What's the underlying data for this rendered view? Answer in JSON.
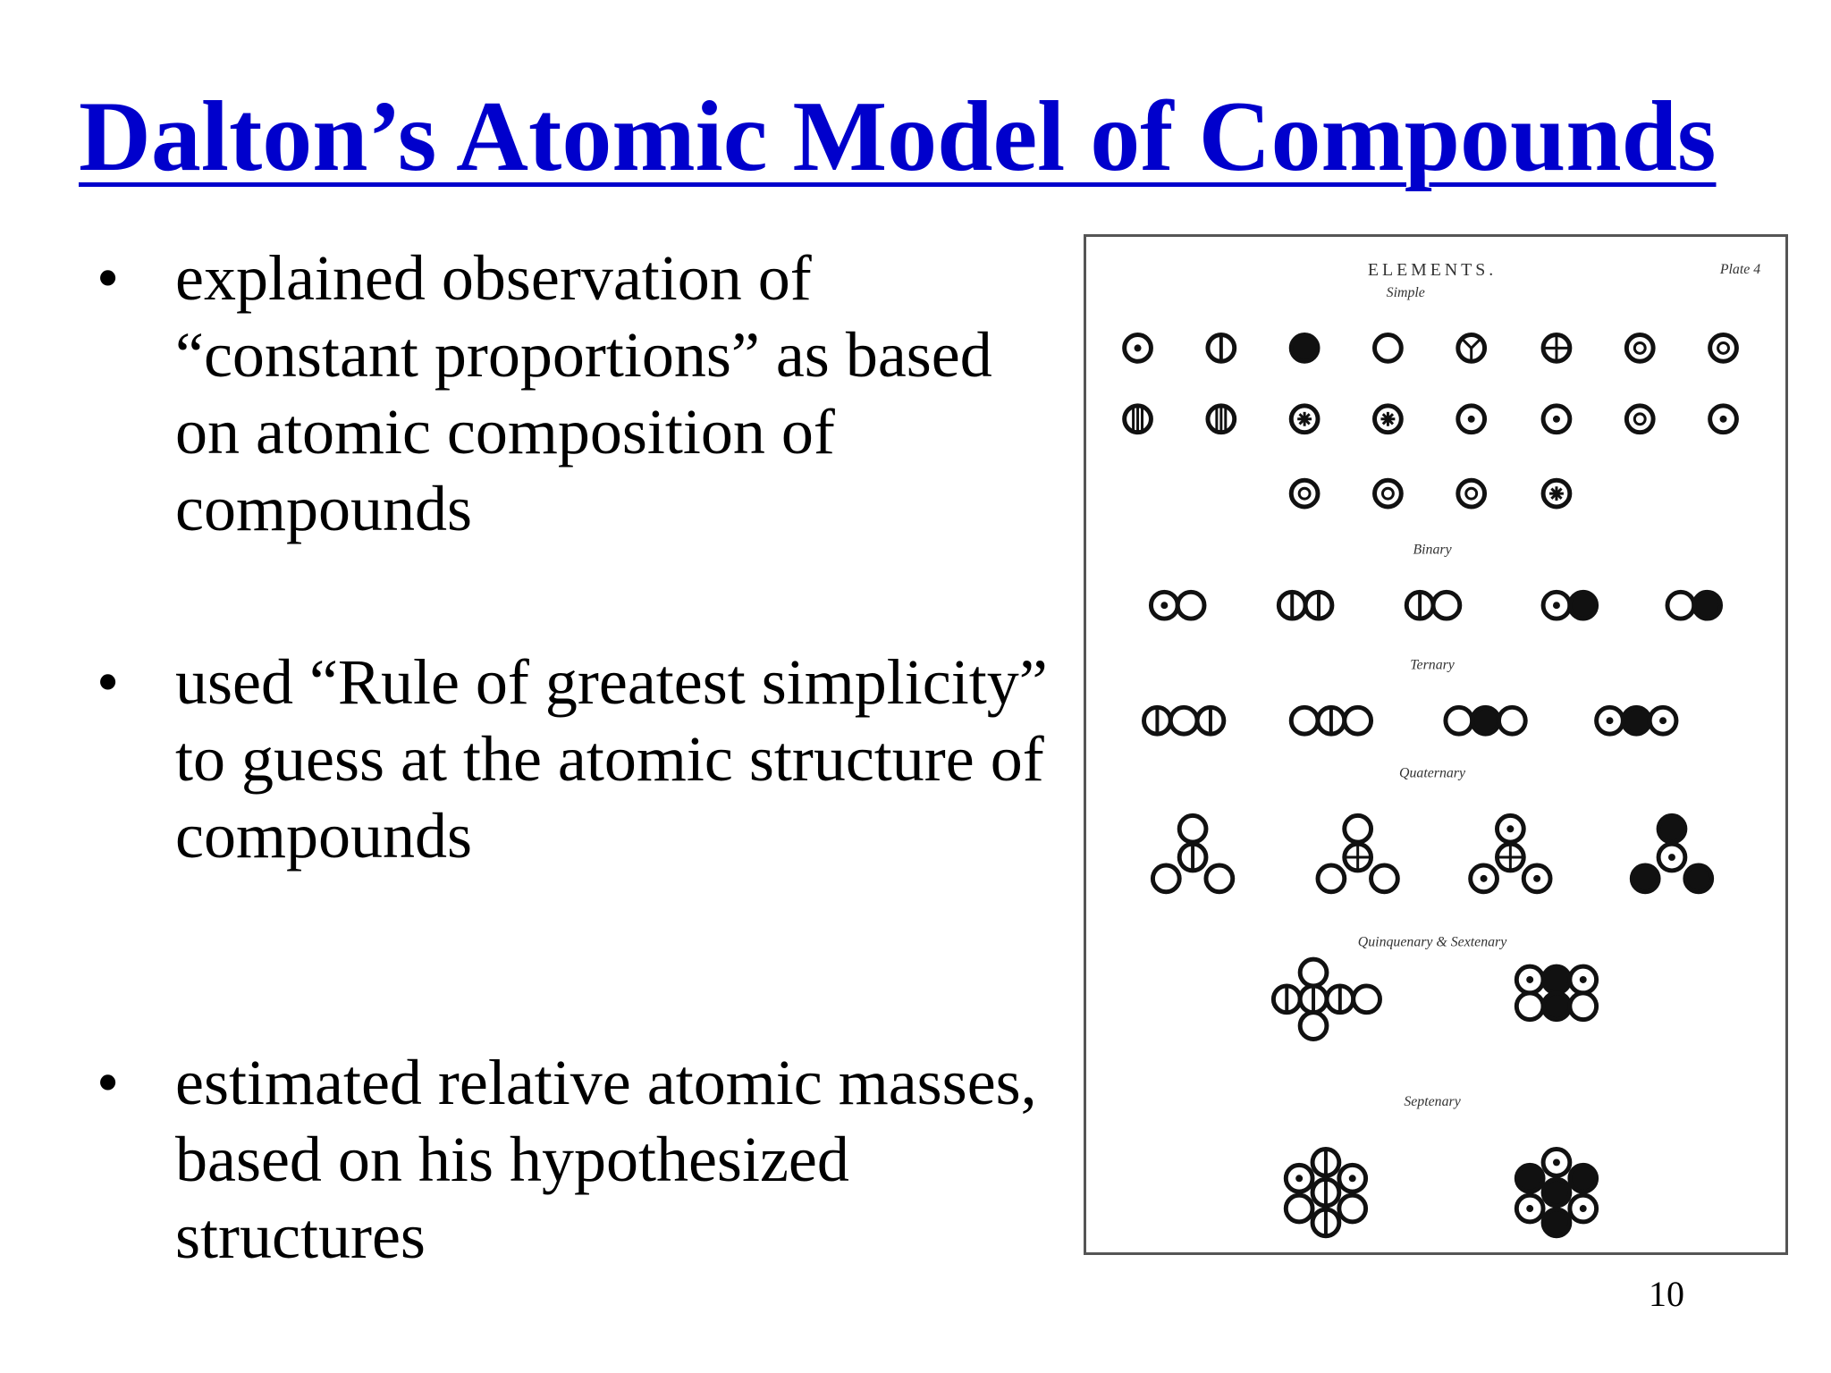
{
  "slide": {
    "title": "Dalton’s Atomic Model of Compounds",
    "page_number": "10"
  },
  "bullets": [
    {
      "text": "explained observation of “constant proportions” as based on atomic composition of compounds"
    },
    {
      "text": "used “Rule of greatest simplicity” to guess at the atomic structure of compounds"
    },
    {
      "text": "estimated relative atomic masses, based on his hypothesized structures"
    }
  ],
  "plate": {
    "heading": "ELEMENTS.",
    "plate_label": "Plate 4",
    "sections": {
      "simple": "Simple",
      "binary": "Binary",
      "ternary": "Ternary",
      "quaternary": "Quaternary",
      "quinquenary": "Quinquenary & Sextenary",
      "septenary": "Septenary"
    }
  },
  "colors": {
    "title": "#0000cc",
    "text": "#000000",
    "border": "#555555"
  },
  "bullet_glyph": "•"
}
